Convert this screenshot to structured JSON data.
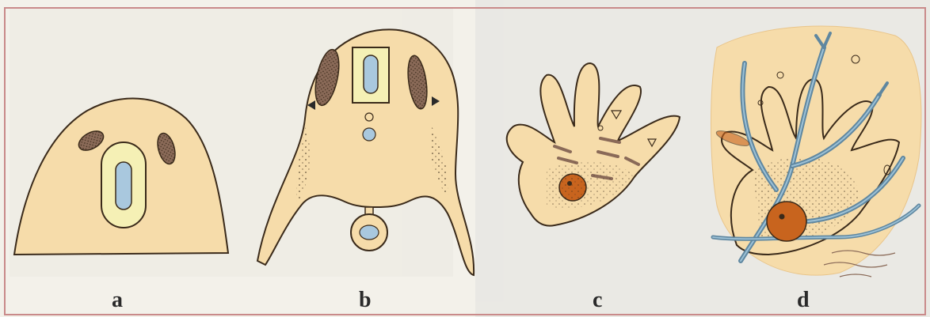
{
  "figure": {
    "panels": [
      {
        "label": "a"
      },
      {
        "label": "b"
      },
      {
        "label": "c"
      },
      {
        "label": "d"
      }
    ]
  },
  "colors": {
    "background": "#f3f1ea",
    "frame": "#c98a8a",
    "tissue": "#f6dcaa",
    "tissue_dark": "#e9c58a",
    "outline": "#3a2a1a",
    "lumen": "#a9c8de",
    "ring": "#f5f0b5",
    "gland": "#8a6a58",
    "nucleus": "#c8641e",
    "vessel": "#5f87a0",
    "vessel_light": "#9cc1d6"
  }
}
